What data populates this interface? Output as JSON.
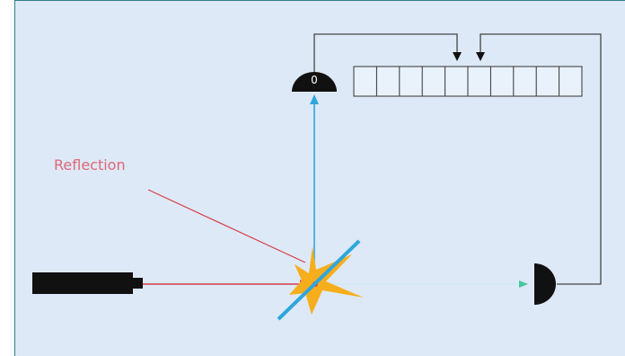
{
  "labels": {
    "reflection": "Reflection",
    "top_detector_digit": "0"
  },
  "register": {
    "cell_count": 10
  },
  "colors": {
    "background": "#dde9f6",
    "border": "#2c7f83",
    "dark": "#111111",
    "laser_beam": "#d93d4a",
    "reflected_beam": "#2fa6dc",
    "transmitted_beam": "#cfe9ee",
    "splitter": "#2fa6dc",
    "star": "#f7ae1c",
    "label_text": "#e06878",
    "arrow_green": "#44c79a",
    "wire": "#444444"
  }
}
